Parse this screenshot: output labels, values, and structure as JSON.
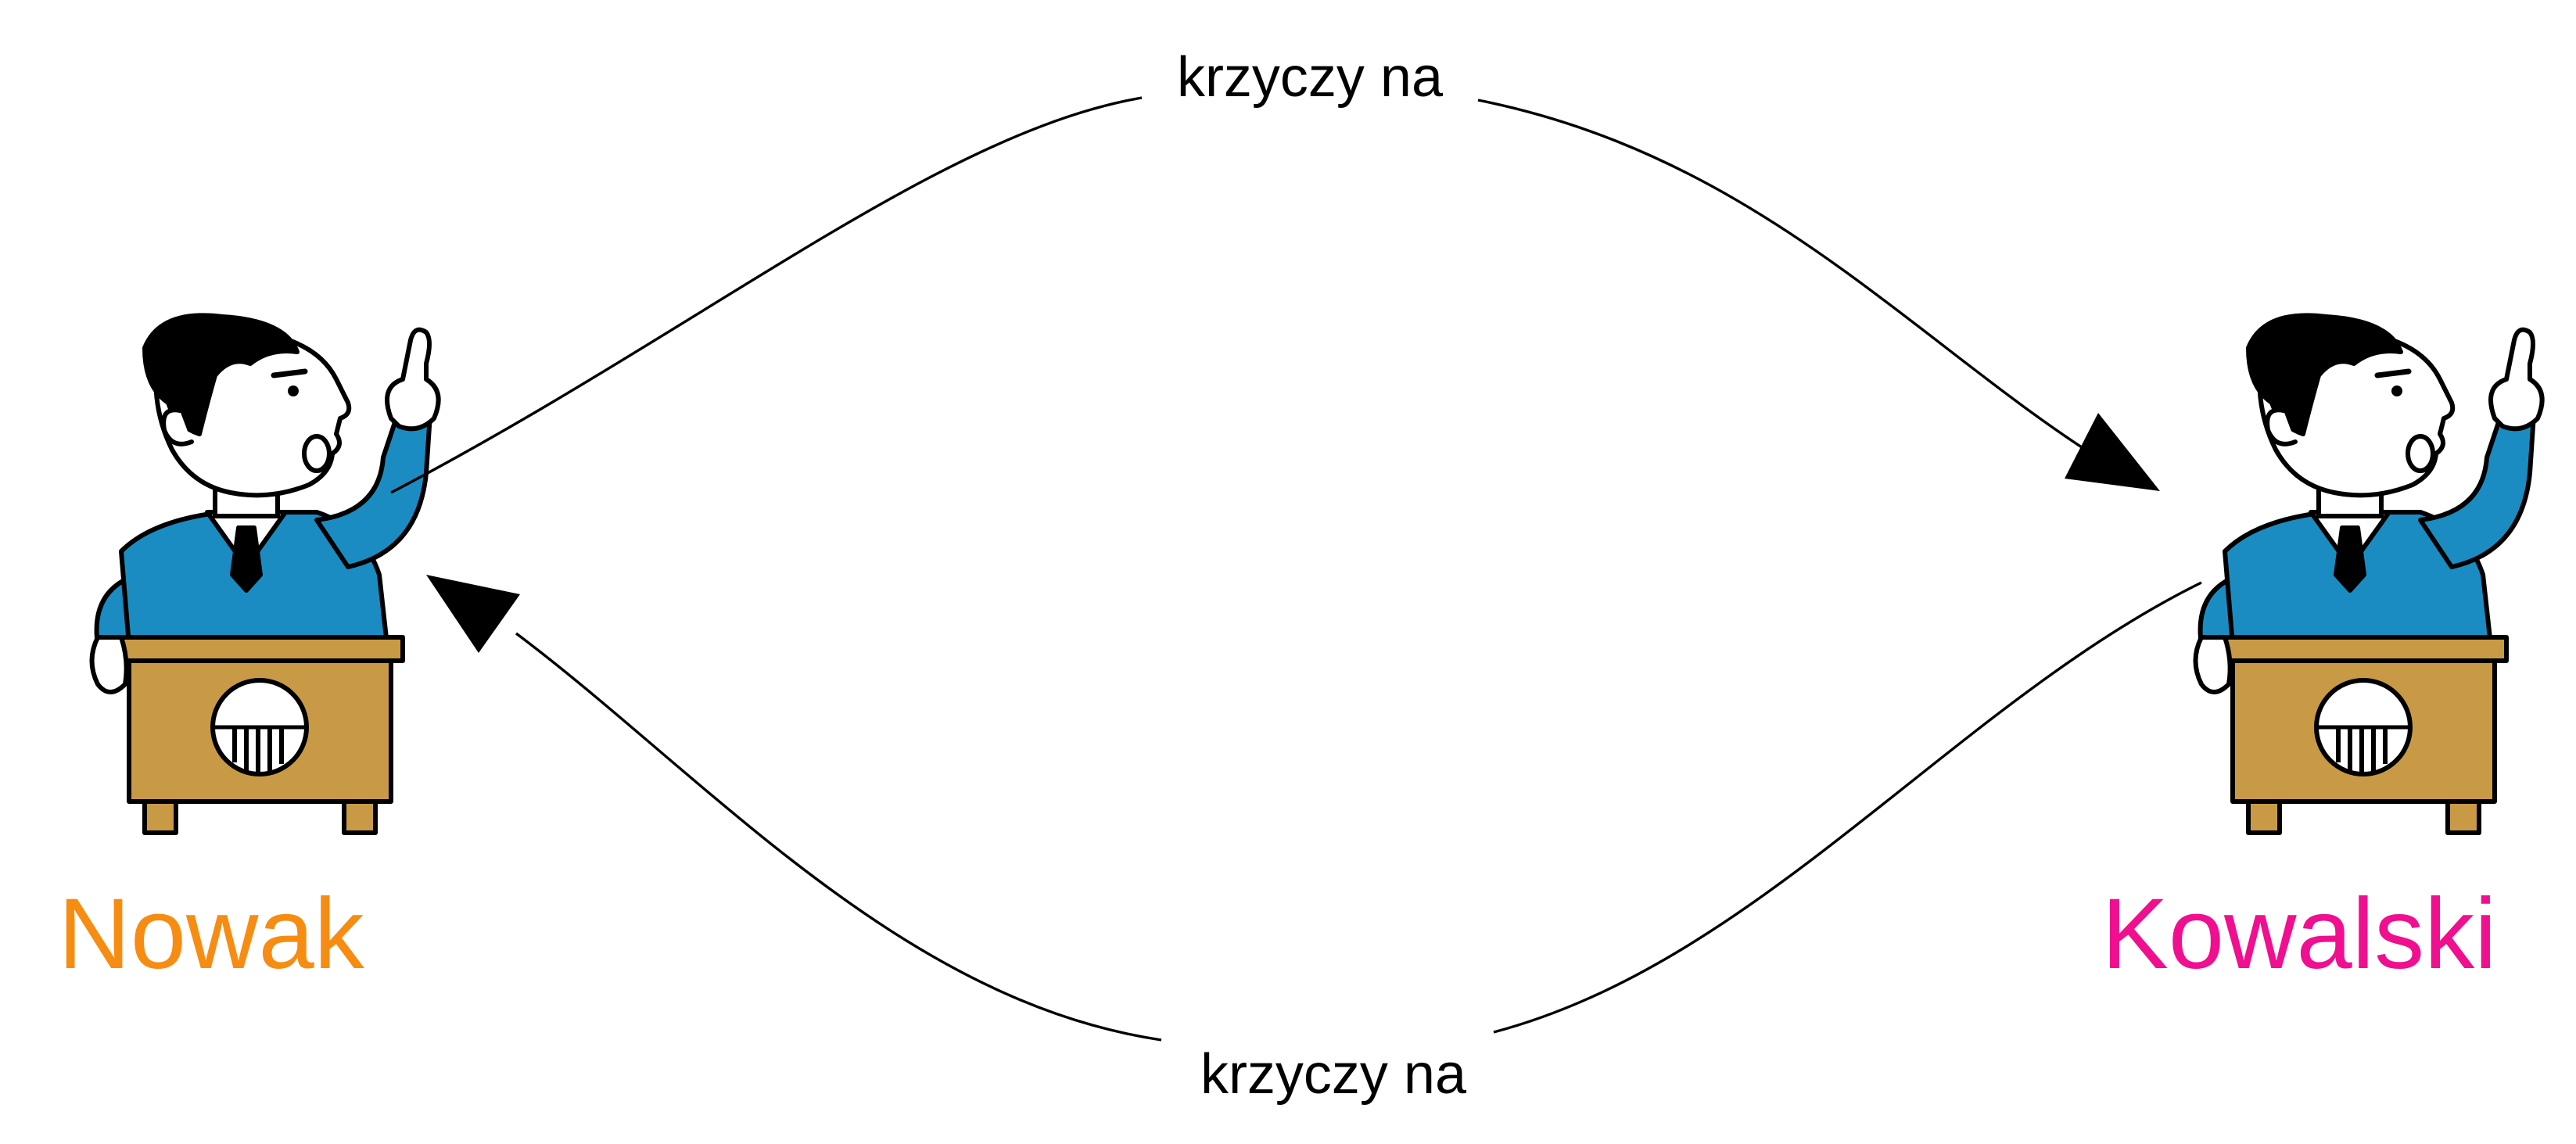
{
  "nodes": [
    {
      "id": "nowak",
      "label": "Nowak",
      "color": "#f78c12",
      "icon": "politician-at-podium-icon"
    },
    {
      "id": "kowalski",
      "label": "Kowalski",
      "color": "#ef0f8f",
      "icon": "politician-at-podium-icon"
    }
  ],
  "edges": [
    {
      "from": "nowak",
      "to": "kowalski",
      "label": "krzyczy na"
    },
    {
      "from": "kowalski",
      "to": "nowak",
      "label": "krzyczy na"
    }
  ],
  "colors": {
    "suit": "#1a8cc2",
    "podium": "#c99a45",
    "line": "#000000"
  }
}
